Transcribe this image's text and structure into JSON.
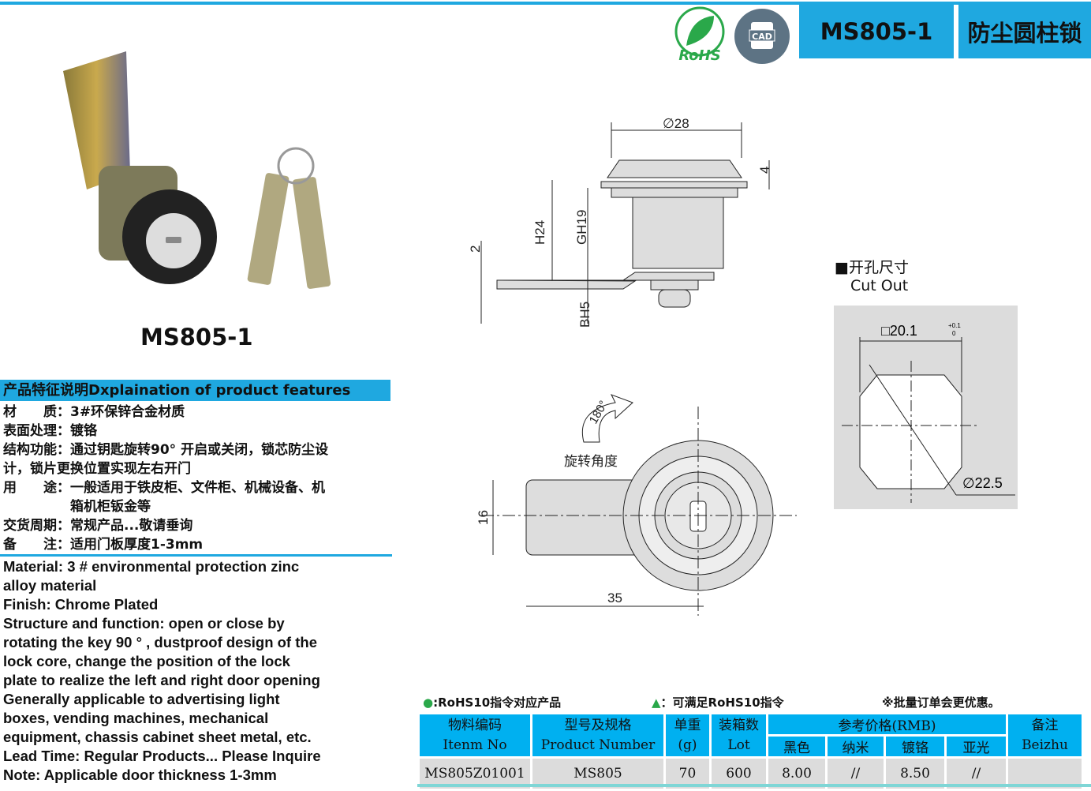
{
  "header": {
    "model": "MS805-1",
    "title_cn": "防尘圆柱锁",
    "rohs_label": "RoHS",
    "cad_label": "CAD"
  },
  "product": {
    "caption": "MS805-1"
  },
  "features": {
    "title": "产品特征说明Dxplaination of product features",
    "cn_lines": [
      "材　　质：3#环保锌合金材质",
      "表面处理：镀铬",
      "结构功能：通过钥匙旋转90° 开启或关闭，锁芯防尘设",
      "计，锁片更换位置实现左右开门",
      "用　　途：一般适用于铁皮柜、文件柜、机械设备、机",
      "　　　　　箱机柜钣金等",
      "交货周期：常规产品...敬请垂询",
      "备　　注：适用门板厚度1-3mm"
    ],
    "en_lines": [
      "Material: 3 # environmental protection zinc",
      "alloy material",
      "Finish: Chrome Plated",
      "Structure and function: open or close by",
      "rotating the key 90 ° , dustproof design of the",
      "lock core, change the position of the lock",
      "plate to realize the left and right door opening",
      "Generally applicable to advertising light",
      "boxes, vending machines, mechanical",
      "equipment, chassis cabinet sheet metal, etc.",
      "Lead Time: Regular Products... Please Inquire",
      "Note: Applicable door thickness 1-3mm"
    ]
  },
  "drawing": {
    "d28": "∅28",
    "d4": "4",
    "h24": "H24",
    "gh19": "GH19",
    "d2": "2",
    "bh5": "BH5",
    "rot": "180°",
    "rot_label": "旋转角度",
    "d16": "16",
    "d35": "35"
  },
  "cutout": {
    "title_cn": "■开孔尺寸",
    "title_en": "Cut Out",
    "sq": "□20.1",
    "tol_up": "+0.1",
    "tol_dn": "0",
    "dia": "∅22.5"
  },
  "legend": {
    "circle": ":RoHS10指令对应产品",
    "triangle": "：可满足RoHS10指令",
    "note": "※批量订单会更优惠。"
  },
  "table": {
    "h1": [
      "物料编码",
      "型号及规格",
      "单重",
      "装箱数",
      "参考价格(RMB)",
      "备注"
    ],
    "h2": [
      "Itenm No",
      "Product Number",
      "(g)",
      "Lot"
    ],
    "sub": [
      "黑色",
      "纳米",
      "镀铬",
      "亚光"
    ],
    "h2_last": "Beizhu",
    "row": [
      "MS805Z01001",
      "MS805",
      "70",
      "600",
      "8.00",
      "//",
      "8.50",
      "//",
      ""
    ]
  },
  "colors": {
    "blue": "#1fa8e0",
    "table_blue": "#00b0f0",
    "green": "#2aa84a"
  }
}
